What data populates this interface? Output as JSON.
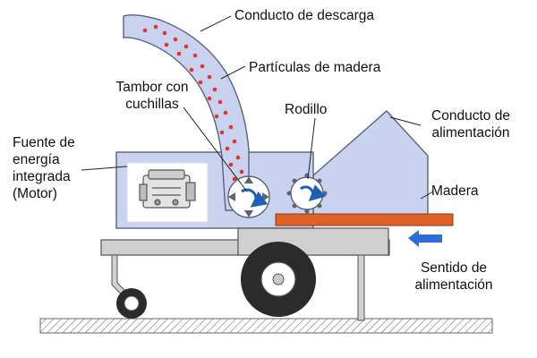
{
  "labels": {
    "discharge_chute": "Conducto de descarga",
    "wood_particles": "Partículas de madera",
    "drum_line1": "Tambor con",
    "drum_line2": "cuchillas",
    "roller": "Rodillo",
    "feed_chute_line1": "Conducto de",
    "feed_chute_line2": "alimentación",
    "engine_line1": "Fuente de",
    "engine_line2": "energía",
    "engine_line3": "integrada",
    "engine_line4": "(Motor)",
    "wood": "Madera",
    "feed_direction_line1": "Sentido de",
    "feed_direction_line2": "alimentación"
  },
  "colors": {
    "body_fill": "#c9d3ef",
    "outline": "#5a6478",
    "frame_fill": "#d0d0d0",
    "wood_fill": "#e0602a",
    "particle": "#e4332b",
    "arrow": "#2b6fd6",
    "drum_arrow": "#1f5fb8",
    "tire": "#2b2b2b"
  },
  "icons": {
    "engine": "engine-icon",
    "feed_arrow": "arrow-left-icon",
    "drum": "knife-drum-icon",
    "roller": "roller-icon"
  }
}
